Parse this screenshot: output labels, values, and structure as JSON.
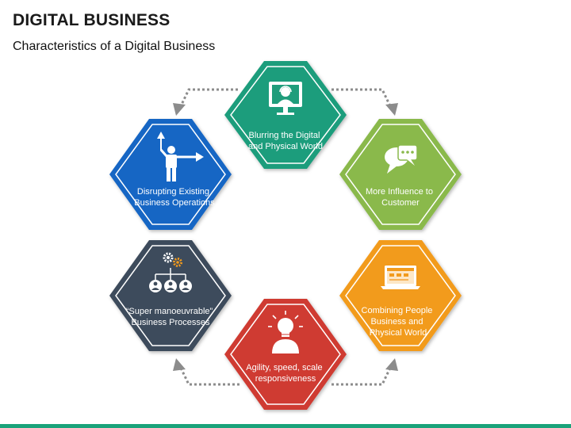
{
  "header": {
    "title": "DIGITAL BUSINESS",
    "subtitle": "Characteristics of a Digital Business"
  },
  "items": [
    {
      "lines": [
        "Blurring the Digital",
        "and Physical World"
      ],
      "color": "#1f9d7b",
      "icon": "headset-monitor-icon"
    },
    {
      "lines": [
        "More Influence to",
        "Customer"
      ],
      "color": "#8ab94c",
      "icon": "chat-bubbles-icon"
    },
    {
      "lines": [
        "Combining People",
        "Business and",
        "Physical World"
      ],
      "color": "#f29b1d",
      "icon": "laptop-icon"
    },
    {
      "lines": [
        "Agility, speed, scale",
        "responsiveness"
      ],
      "color": "#cf3a32",
      "icon": "lightbulb-person-icon"
    },
    {
      "lines": [
        "“Super manoeuvrable”",
        "Business Processes"
      ],
      "color": "#3e4b5b",
      "icon": "org-chart-gears-icon"
    },
    {
      "lines": [
        "Disrupting Existing",
        "Business Operations"
      ],
      "color": "#1866c4",
      "icon": "person-pointing-icon"
    }
  ],
  "colors": {
    "connector": "#8c8c8c",
    "bottom_bar": "#1aa37a"
  }
}
